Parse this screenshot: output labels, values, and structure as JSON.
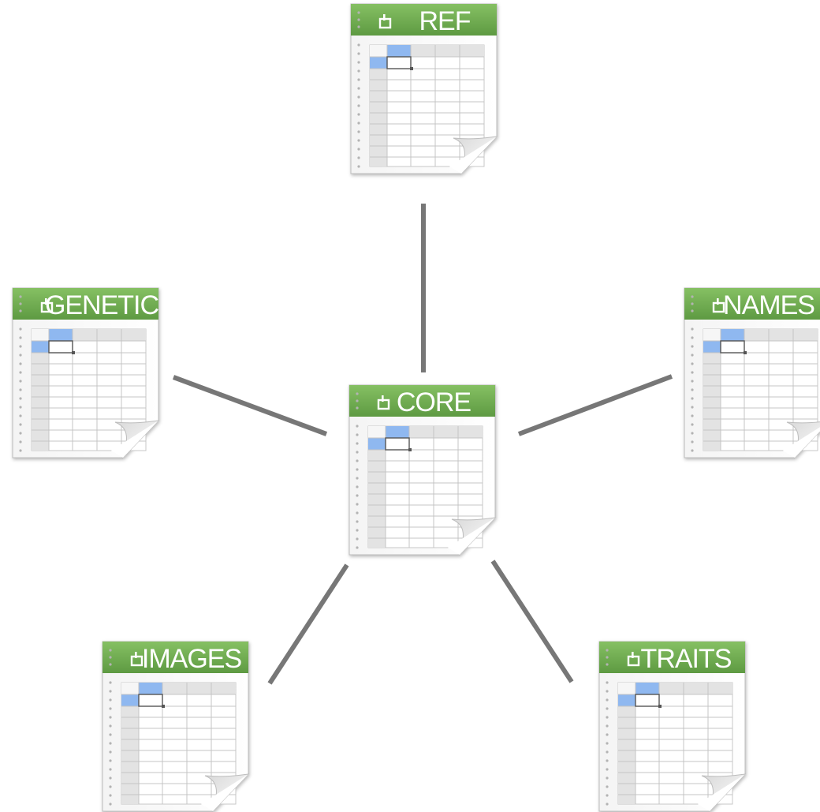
{
  "diagram": {
    "nodes": [
      {
        "id": "ref",
        "label": "REF"
      },
      {
        "id": "genetic",
        "label": "GENETIC"
      },
      {
        "id": "core",
        "label": "CORE"
      },
      {
        "id": "names",
        "label": "NAMES"
      },
      {
        "id": "images",
        "label": "IMAGES"
      },
      {
        "id": "traits",
        "label": "TRAITS"
      }
    ],
    "edges": [
      {
        "from": "core",
        "to": "ref"
      },
      {
        "from": "core",
        "to": "genetic"
      },
      {
        "from": "core",
        "to": "names"
      },
      {
        "from": "core",
        "to": "images"
      },
      {
        "from": "core",
        "to": "traits"
      }
    ],
    "colors": {
      "header_green": "#6aa84f",
      "connector": "#777777",
      "selection_blue": "#8fb8f0"
    }
  }
}
